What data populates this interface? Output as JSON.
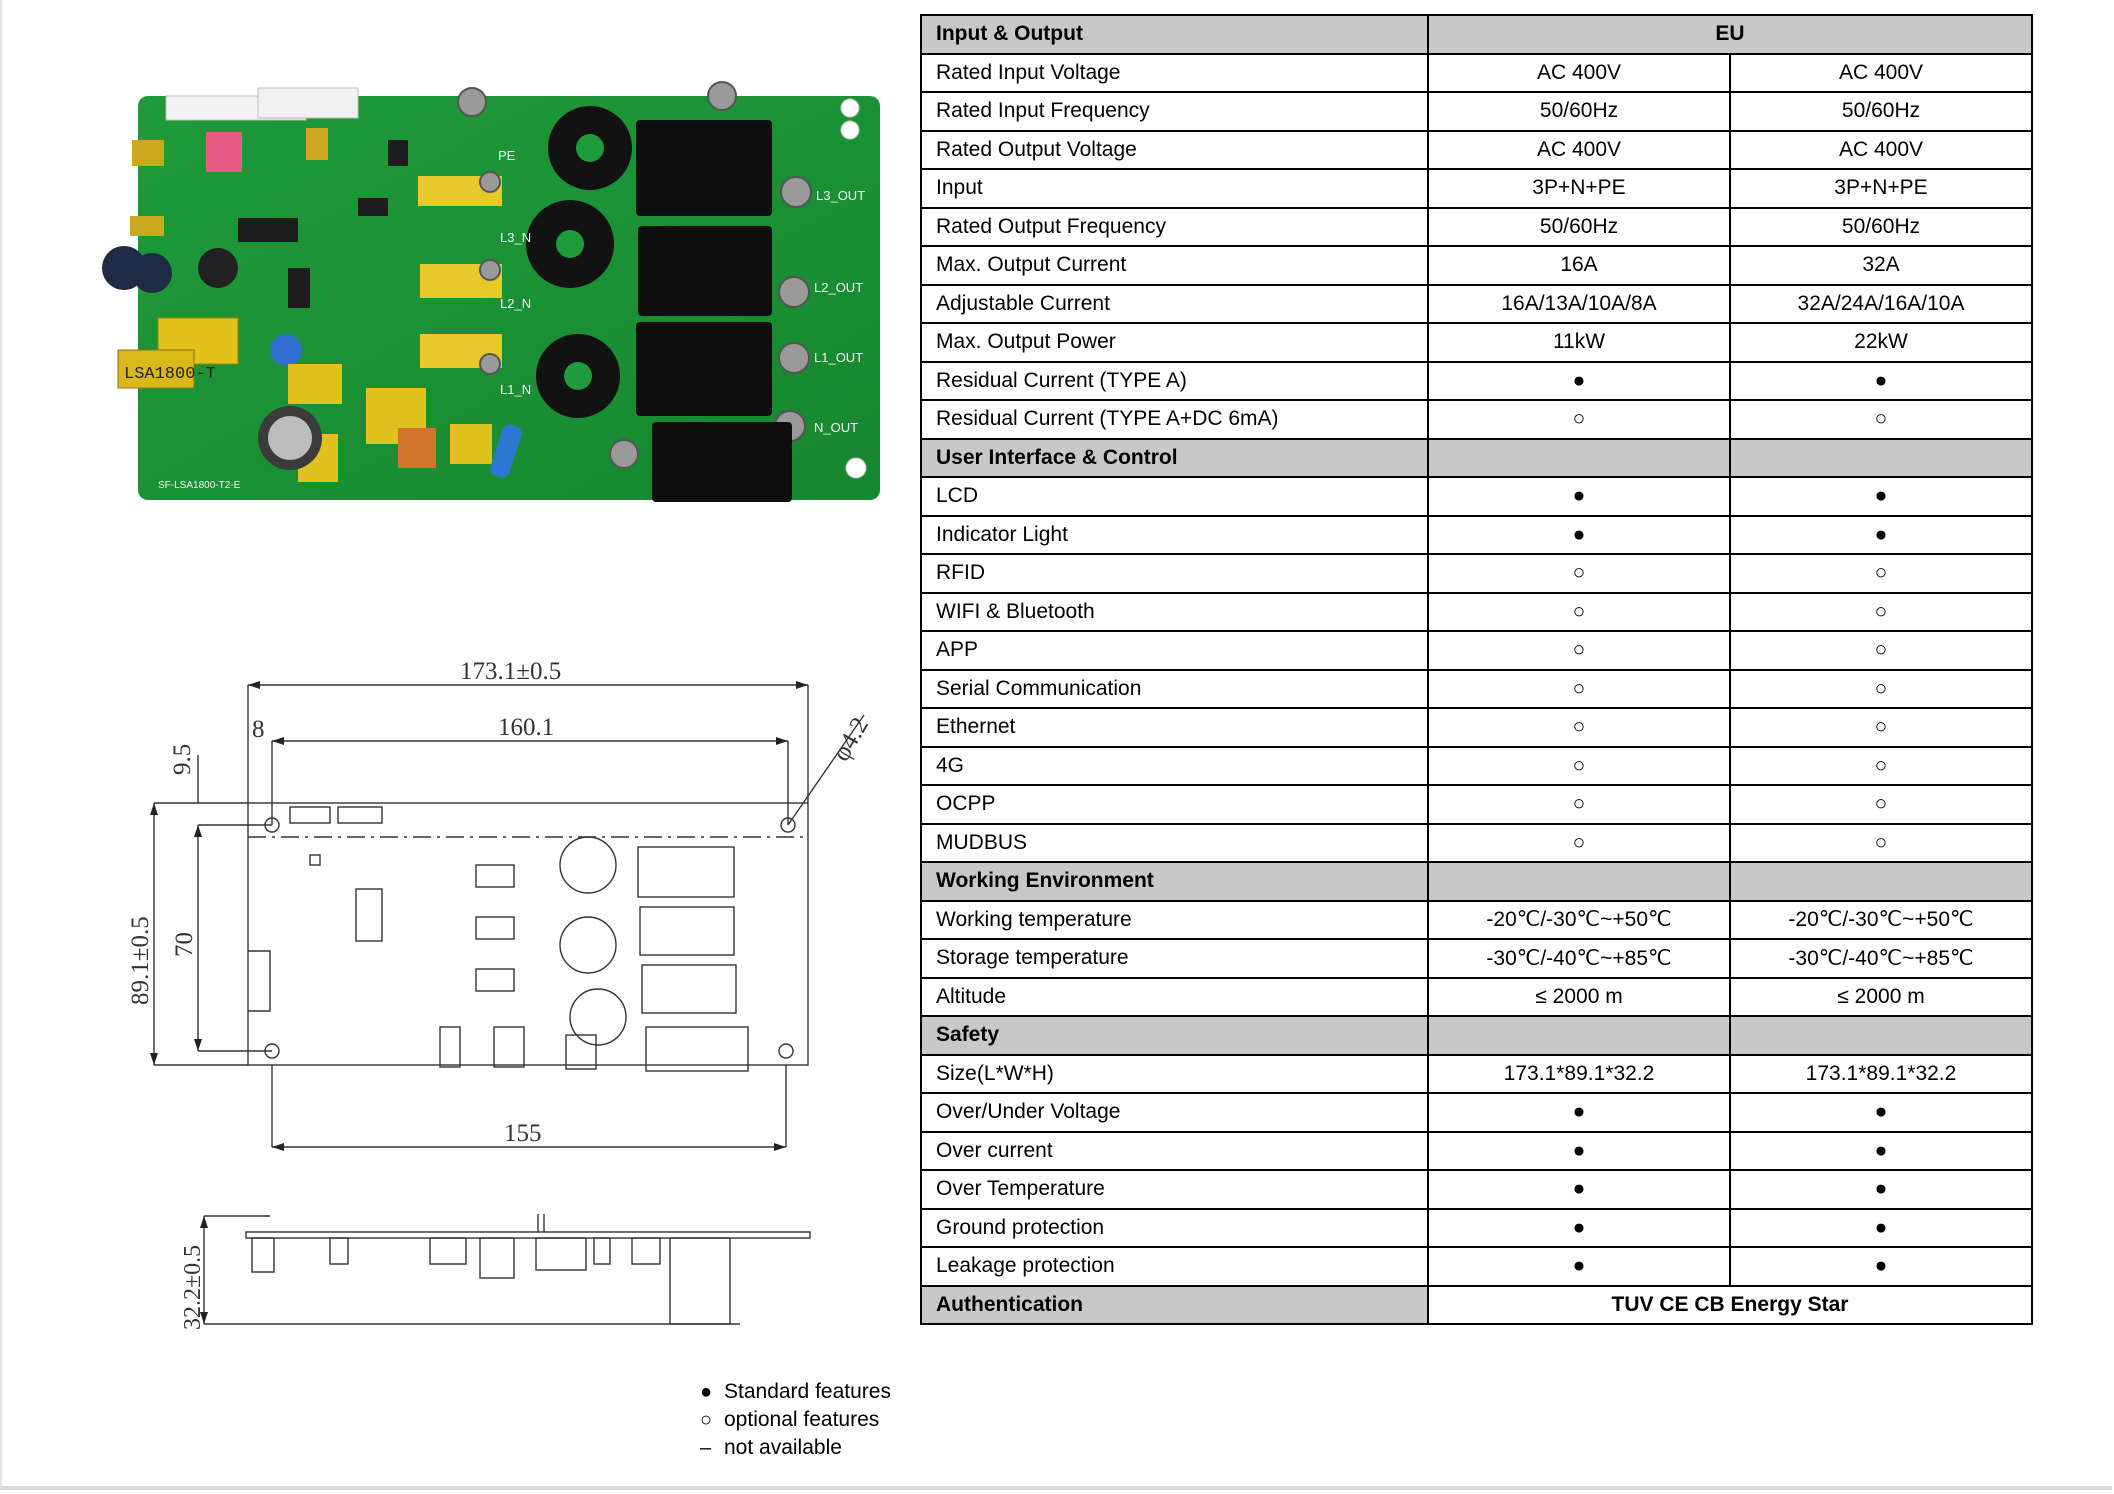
{
  "table": {
    "header": {
      "label": "Input & Output",
      "value": "EU"
    },
    "rows": [
      {
        "type": "row",
        "label": "Rated Input Voltage",
        "v1": "AC 400V",
        "v2": "AC 400V"
      },
      {
        "type": "row",
        "label": "Rated Input Frequency",
        "v1": "50/60Hz",
        "v2": "50/60Hz"
      },
      {
        "type": "row",
        "label": "Rated Output Voltage",
        "v1": "AC 400V",
        "v2": "AC 400V"
      },
      {
        "type": "row",
        "label": "Input",
        "v1": "3P+N+PE",
        "v2": "3P+N+PE"
      },
      {
        "type": "row",
        "label": "Rated Output Frequency",
        "v1": "50/60Hz",
        "v2": "50/60Hz"
      },
      {
        "type": "row",
        "label": "Max. Output Current",
        "v1": "16A",
        "v2": "32A"
      },
      {
        "type": "row",
        "label": "Adjustable Current",
        "v1": "16A/13A/10A/8A",
        "v2": "32A/24A/16A/10A"
      },
      {
        "type": "row",
        "label": "Max. Output Power",
        "v1": "11kW",
        "v2": "22kW"
      },
      {
        "type": "row",
        "label": "Residual Current (TYPE A)",
        "v1": "●",
        "v2": "●"
      },
      {
        "type": "row",
        "label": "Residual Current (TYPE A+DC 6mA)",
        "v1": "○",
        "v2": "○"
      },
      {
        "type": "section",
        "label": "User Interface & Control"
      },
      {
        "type": "row",
        "label": "LCD",
        "v1": "●",
        "v2": "●"
      },
      {
        "type": "row",
        "label": "Indicator Light",
        "v1": "●",
        "v2": "●"
      },
      {
        "type": "row",
        "label": "RFID",
        "v1": "○",
        "v2": "○"
      },
      {
        "type": "row",
        "label": "WIFI & Bluetooth",
        "v1": "○",
        "v2": "○"
      },
      {
        "type": "row",
        "label": "APP",
        "v1": "○",
        "v2": "○"
      },
      {
        "type": "row",
        "label": "Serial Communication",
        "v1": "○",
        "v2": "○"
      },
      {
        "type": "row",
        "label": "Ethernet",
        "v1": "○",
        "v2": "○"
      },
      {
        "type": "row",
        "label": "4G",
        "v1": "○",
        "v2": "○"
      },
      {
        "type": "row",
        "label": "OCPP",
        "v1": "○",
        "v2": "○"
      },
      {
        "type": "row",
        "label": "MUDBUS",
        "v1": "○",
        "v2": "○"
      },
      {
        "type": "section",
        "label": "Working Environment"
      },
      {
        "type": "row",
        "label": "Working temperature",
        "v1": "-20℃/-30℃~+50℃",
        "v2": "-20℃/-30℃~+50℃"
      },
      {
        "type": "row",
        "label": "Storage temperature",
        "v1": "-30℃/-40℃~+85℃",
        "v2": "-30℃/-40℃~+85℃"
      },
      {
        "type": "row",
        "label": "Altitude",
        "v1": "≤ 2000 m",
        "v2": "≤ 2000 m"
      },
      {
        "type": "section",
        "label": "Safety"
      },
      {
        "type": "row",
        "label": "Size(L*W*H)",
        "v1": "173.1*89.1*32.2",
        "v2": "173.1*89.1*32.2"
      },
      {
        "type": "row",
        "label": "Over/Under Voltage",
        "v1": "●",
        "v2": "●"
      },
      {
        "type": "row",
        "label": "Over current",
        "v1": "●",
        "v2": "●"
      },
      {
        "type": "row",
        "label": "Over Temperature",
        "v1": "●",
        "v2": "●"
      },
      {
        "type": "row",
        "label": "Ground protection",
        "v1": "●",
        "v2": "●"
      },
      {
        "type": "row",
        "label": "Leakage protection",
        "v1": "●",
        "v2": "●"
      },
      {
        "type": "auth",
        "label": "Authentication",
        "value": "TUV CE CB Energy Star"
      }
    ]
  },
  "legend": {
    "standard": {
      "symbol": "●",
      "text": "Standard features"
    },
    "optional": {
      "symbol": "○",
      "text": "optional features"
    },
    "na": {
      "symbol": "–",
      "text": "not available"
    }
  },
  "photo": {
    "transformer_label": "LSA1800-T",
    "pe_label": "PE",
    "l3_out": "L3_OUT",
    "l2_out": "L2_OUT",
    "l1_out": "L1_OUT",
    "n_out": "N_OUT",
    "l3_n": "L3_N",
    "l2_n": "L2_N",
    "l1_n": "L1_N",
    "board_code": "SF-LSA1800-T2-E"
  },
  "drawing": {
    "overall_length": "173.1±0.5",
    "hole_span": "160.1",
    "left_offset": "8",
    "top_offset": "9.5",
    "hole_dia": "φ4.2",
    "overall_width": "89.1±0.5",
    "hole_pitch_v": "70",
    "bottom_span": "155",
    "height": "32.2±0.5"
  }
}
